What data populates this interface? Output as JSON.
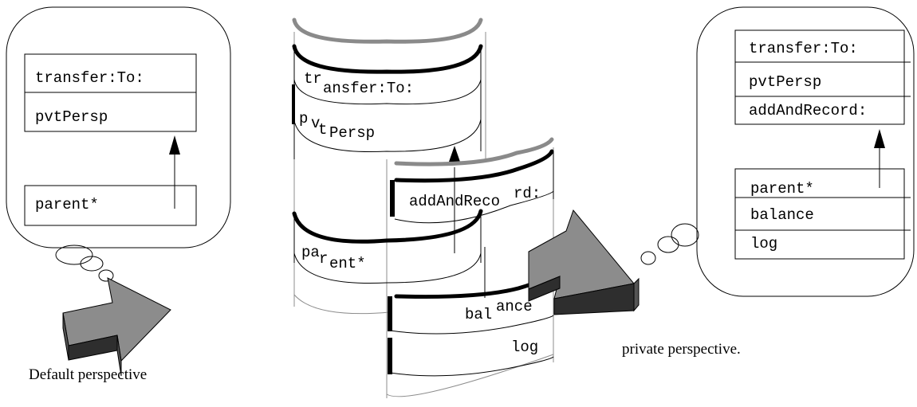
{
  "left_view": {
    "method_box": [
      "transfer:To:",
      "pvtPersp"
    ],
    "parent_box": "parent*",
    "caption": "Default perspective"
  },
  "center_view": {
    "top_slice": [
      "tr",
      "ansfer:To:"
    ],
    "top_slice2": [
      "p",
      "v",
      "t",
      "Persp"
    ],
    "record_label": [
      "addAndReco",
      "rd:"
    ],
    "parent_label": [
      "pa",
      "r",
      "ent*"
    ],
    "balance_label": [
      "bal",
      "ance"
    ],
    "log_label": "log"
  },
  "right_view": {
    "method_box": [
      "transfer:To:",
      "pvtPersp",
      "addAndRecord:"
    ],
    "state_box": [
      "parent*",
      "balance",
      "log"
    ],
    "caption": "private perspective."
  },
  "colors": {
    "stroke": "#000000",
    "gray_stroke": "#8a8a8a",
    "arrow_top": "#8c8c8c",
    "arrow_side": "#555555",
    "arrow_dark": "#2e2e2e"
  }
}
